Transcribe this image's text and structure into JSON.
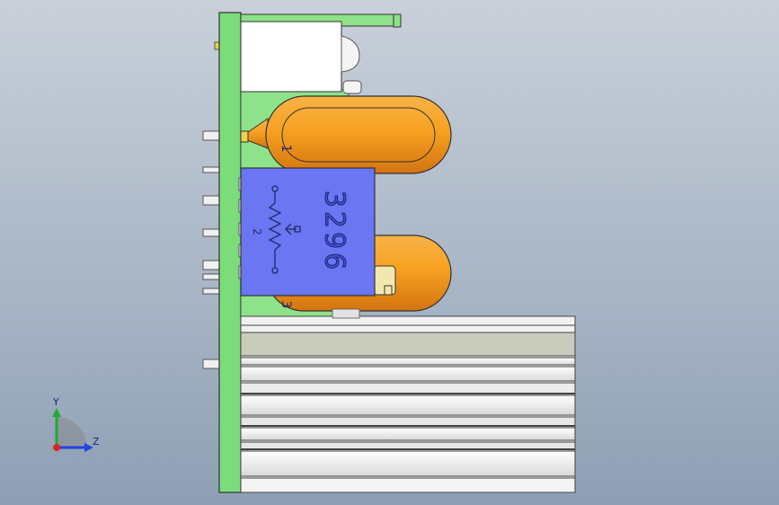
{
  "potentiometer": {
    "model": "3296",
    "terminal_1": "1",
    "terminal_2": "2",
    "terminal_3": "3"
  },
  "triad": {
    "y_label": "Y",
    "z_label": "Z"
  },
  "colors": {
    "pcb": "#7ddc7a",
    "capacitor": "#f39a1d",
    "potentiometer": "#6b76f2",
    "heatsink": "#f1f1f1",
    "background": "#b3bfcd"
  }
}
